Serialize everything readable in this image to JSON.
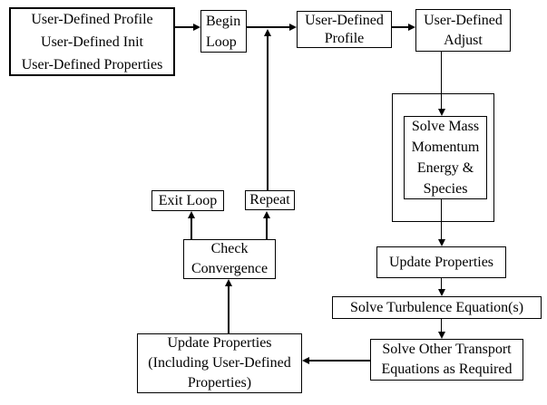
{
  "colors": {
    "background": "#ffffff",
    "line": "#000000",
    "text": "#000000"
  },
  "nodes": {
    "init": {
      "lines": [
        "User-Defined Profile",
        "User-Defined Init",
        "User-Defined Properties"
      ]
    },
    "begin_loop": {
      "lines": [
        "Begin",
        "Loop"
      ]
    },
    "profile": {
      "lines": [
        "User-Defined",
        "Profile"
      ]
    },
    "adjust": {
      "lines": [
        "User-Defined",
        "Adjust"
      ]
    },
    "solve_mass": {
      "lines": [
        "Solve Mass",
        "Momentum",
        "Energy &",
        "Species"
      ]
    },
    "update_properties": {
      "lines": [
        "Update Properties"
      ]
    },
    "solve_turbulence": {
      "lines": [
        "Solve Turbulence Equation(s)"
      ]
    },
    "solve_transport": {
      "lines": [
        "Solve Other Transport",
        "Equations as Required"
      ]
    },
    "update_properties_udf": {
      "lines": [
        "Update Properties",
        "(Including User-Defined",
        "Properties)"
      ]
    },
    "check_convergence": {
      "lines": [
        "Check",
        "Convergence"
      ]
    },
    "exit_loop": {
      "lines": [
        "Exit Loop"
      ]
    },
    "repeat": {
      "lines": [
        "Repeat"
      ]
    }
  },
  "edges": [
    {
      "from": "init",
      "to": "begin_loop"
    },
    {
      "from": "begin_loop",
      "to": "profile"
    },
    {
      "from": "profile",
      "to": "adjust"
    },
    {
      "from": "adjust",
      "to": "solve_mass"
    },
    {
      "from": "solve_mass",
      "to": "update_properties"
    },
    {
      "from": "update_properties",
      "to": "solve_turbulence"
    },
    {
      "from": "solve_turbulence",
      "to": "solve_transport"
    },
    {
      "from": "solve_transport",
      "to": "update_properties_udf"
    },
    {
      "from": "update_properties_udf",
      "to": "check_convergence"
    },
    {
      "from": "check_convergence",
      "to": "exit_loop"
    },
    {
      "from": "check_convergence",
      "to": "repeat"
    },
    {
      "from": "repeat",
      "to": "profile"
    }
  ]
}
